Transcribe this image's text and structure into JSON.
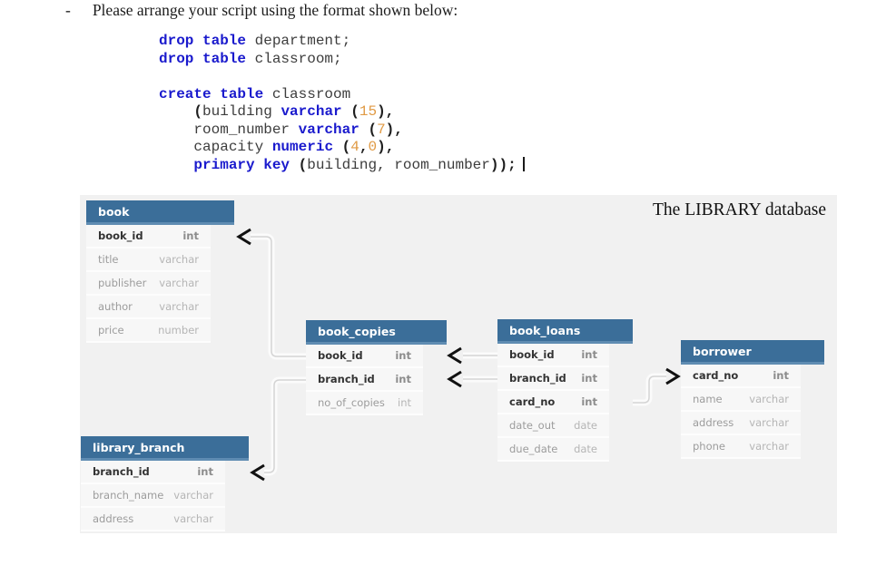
{
  "page": {
    "bullet": "-",
    "instruction": "Please arrange your script using the format shown below:"
  },
  "code": {
    "lines": [
      [
        {
          "k": "kw",
          "t": "drop table"
        },
        {
          "k": "pl",
          "t": " department;"
        }
      ],
      [
        {
          "k": "kw",
          "t": "drop table"
        },
        {
          "k": "pl",
          "t": " classroom;"
        }
      ],
      [],
      [
        {
          "k": "kw",
          "t": "create table"
        },
        {
          "k": "pl",
          "t": " classroom"
        }
      ],
      [
        {
          "k": "pl",
          "t": "    "
        },
        {
          "k": "pu",
          "t": "("
        },
        {
          "k": "pl",
          "t": "building "
        },
        {
          "k": "kw",
          "t": "varchar"
        },
        {
          "k": "pl",
          "t": " "
        },
        {
          "k": "pu",
          "t": "("
        },
        {
          "k": "nu",
          "t": "15"
        },
        {
          "k": "pu",
          "t": "),"
        }
      ],
      [
        {
          "k": "pl",
          "t": "    room_number "
        },
        {
          "k": "kw",
          "t": "varchar"
        },
        {
          "k": "pl",
          "t": " "
        },
        {
          "k": "pu",
          "t": "("
        },
        {
          "k": "nu",
          "t": "7"
        },
        {
          "k": "pu",
          "t": "),"
        }
      ],
      [
        {
          "k": "pl",
          "t": "    capacity "
        },
        {
          "k": "kw",
          "t": "numeric"
        },
        {
          "k": "pl",
          "t": " "
        },
        {
          "k": "pu",
          "t": "("
        },
        {
          "k": "nu",
          "t": "4"
        },
        {
          "k": "pu",
          "t": ","
        },
        {
          "k": "nu",
          "t": "0"
        },
        {
          "k": "pu",
          "t": "),"
        }
      ],
      [
        {
          "k": "pl",
          "t": "    "
        },
        {
          "k": "kw",
          "t": "primary key"
        },
        {
          "k": "pl",
          "t": " "
        },
        {
          "k": "pu",
          "t": "("
        },
        {
          "k": "pl",
          "t": "building, room_number"
        },
        {
          "k": "pu",
          "t": "));"
        }
      ]
    ],
    "has_text_cursor_at_end": true
  },
  "diagram": {
    "title": "The LIBRARY database",
    "tables": [
      {
        "key": "book",
        "name": "book",
        "fields": [
          {
            "name": "book_id",
            "type": "int",
            "pk": true
          },
          {
            "name": "title",
            "type": "varchar",
            "pk": false
          },
          {
            "name": "publisher",
            "type": "varchar",
            "pk": false
          },
          {
            "name": "author",
            "type": "varchar",
            "pk": false
          },
          {
            "name": "price",
            "type": "number",
            "pk": false
          }
        ]
      },
      {
        "key": "book-copies",
        "name": "book_copies",
        "fields": [
          {
            "name": "book_id",
            "type": "int",
            "pk": true
          },
          {
            "name": "branch_id",
            "type": "int",
            "pk": true
          },
          {
            "name": "no_of_copies",
            "type": "int",
            "pk": false
          }
        ]
      },
      {
        "key": "book-loans",
        "name": "book_loans",
        "fields": [
          {
            "name": "book_id",
            "type": "int",
            "pk": true
          },
          {
            "name": "branch_id",
            "type": "int",
            "pk": true
          },
          {
            "name": "card_no",
            "type": "int",
            "pk": true
          },
          {
            "name": "date_out",
            "type": "date",
            "pk": false
          },
          {
            "name": "due_date",
            "type": "date",
            "pk": false
          }
        ]
      },
      {
        "key": "borrower",
        "name": "borrower",
        "fields": [
          {
            "name": "card_no",
            "type": "int",
            "pk": true
          },
          {
            "name": "name",
            "type": "varchar",
            "pk": false
          },
          {
            "name": "address",
            "type": "varchar",
            "pk": false
          },
          {
            "name": "phone",
            "type": "varchar",
            "pk": false
          }
        ]
      },
      {
        "key": "library-branch",
        "name": "library_branch",
        "fields": [
          {
            "name": "branch_id",
            "type": "int",
            "pk": true
          },
          {
            "name": "branch_name",
            "type": "varchar",
            "pk": false
          },
          {
            "name": "address",
            "type": "varchar",
            "pk": false
          }
        ]
      }
    ],
    "relationships": [
      {
        "from": "book_copies.book_id",
        "to": "book.book_id"
      },
      {
        "from": "book_copies.branch_id",
        "to": "library_branch.branch_id"
      },
      {
        "from": "book_loans.book_id",
        "to": "book_copies.book_id"
      },
      {
        "from": "book_loans.branch_id",
        "to": "book_copies.branch_id"
      },
      {
        "from": "book_loans.card_no",
        "to": "borrower.card_no"
      }
    ]
  },
  "colors": {
    "header-blue": "#3b6e99",
    "header-edge": "#5f8cb2",
    "keyword-blue": "#1a1acd",
    "number-orange": "#e09a44",
    "connector-gray": "#d4d4d4",
    "arrow-black": "#111111",
    "canvas-gray": "#f1f1f1",
    "row-gray": "#f7f7f7"
  }
}
